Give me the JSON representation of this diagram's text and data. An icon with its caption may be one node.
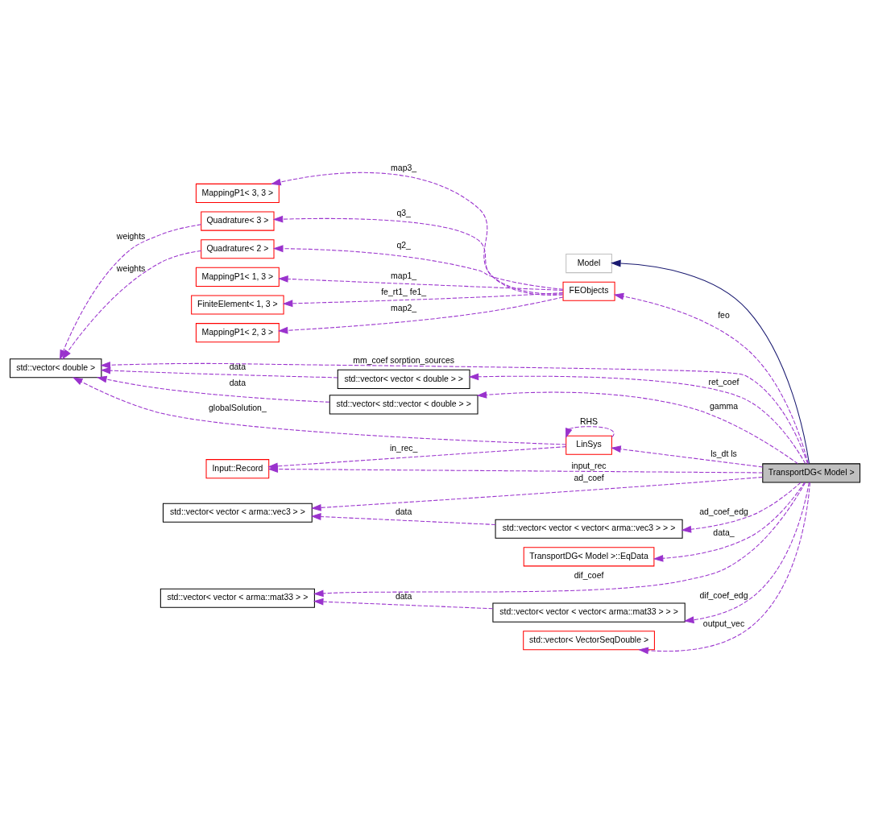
{
  "diagram": {
    "nodes": [
      {
        "text": [
          "MappingP1< 3, 3 >"
        ]
      },
      {
        "text": [
          "Quadrature< 3 >"
        ]
      },
      {
        "text": [
          "Quadrature< 2 >"
        ]
      },
      {
        "text": [
          "Model"
        ]
      },
      {
        "text": [
          "MappingP1< 1, 3 >"
        ]
      },
      {
        "text": [
          "FEObjects"
        ]
      },
      {
        "text": [
          "FiniteElement< 1, 3 >"
        ]
      },
      {
        "text": [
          "MappingP1< 2, 3 >"
        ]
      },
      {
        "text": [
          "std::vector< double >"
        ]
      },
      {
        "text": [
          "std::vector< vector < double > >"
        ]
      },
      {
        "text": [
          "std::vector< std::vector < double > >"
        ]
      },
      {
        "text": [
          "LinSys"
        ]
      },
      {
        "text": [
          "Input::Record"
        ]
      },
      {
        "text": [
          "TransportDG< Model >"
        ]
      },
      {
        "text": [
          "std::vector< vector < arma::vec3 > >"
        ]
      },
      {
        "text": [
          "std::vector< vector < vector< arma::vec3 > > >"
        ]
      },
      {
        "text": [
          "TransportDG< Model >::EqData"
        ]
      },
      {
        "text": [
          "std::vector< vector < arma::mat33 > >"
        ]
      },
      {
        "text": [
          "std::vector< vector < vector< arma::mat33 > > >"
        ]
      },
      {
        "text": [
          "std::vector< VectorSeqDouble >"
        ]
      }
    ],
    "edges": [
      {
        "from": 13,
        "to": 3,
        "arrow": "to",
        "color": "#191970"
      },
      {
        "from": 5,
        "to": 0,
        "arrow": "to",
        "label": "map3_",
        "style": "dashed"
      },
      {
        "from": 5,
        "to": 1,
        "arrow": "to",
        "label": "q3_",
        "style": "dashed"
      },
      {
        "from": 5,
        "to": 2,
        "arrow": "to",
        "label": "q2_",
        "style": "dashed"
      },
      {
        "from": 5,
        "to": 4,
        "arrow": "to",
        "label": "map1_",
        "style": "dashed"
      },
      {
        "from": 5,
        "to": 6,
        "arrow": "to",
        "label": "fe_rt1_ fe1_",
        "style": "dashed"
      },
      {
        "from": 5,
        "to": 7,
        "arrow": "to",
        "label": "map2_",
        "style": "dashed"
      },
      {
        "from": 1,
        "to": 8,
        "arrow": "to",
        "label": "weights",
        "style": "dashed"
      },
      {
        "from": 2,
        "to": 8,
        "arrow": "to",
        "label": "weights",
        "style": "dashed"
      },
      {
        "from": 13,
        "to": 5,
        "arrow": "to",
        "label": "feo",
        "style": "dashed"
      },
      {
        "from": 13,
        "to": 8,
        "arrow": "to",
        "label": "mm_coef sorption_sources",
        "style": "dashed"
      },
      {
        "from": 9,
        "to": 8,
        "arrow": "to",
        "label": "data",
        "style": "dashed"
      },
      {
        "from": 10,
        "to": 8,
        "arrow": "to",
        "label": "data",
        "style": "dashed"
      },
      {
        "from": 11,
        "to": 8,
        "arrow": "to",
        "label": "globalSolution_",
        "style": "dashed"
      },
      {
        "from": 13,
        "to": 9,
        "arrow": "to",
        "label": "ret_coef",
        "style": "dashed"
      },
      {
        "from": 13,
        "to": 10,
        "arrow": "to",
        "label": "gamma",
        "style": "dashed"
      },
      {
        "from": 11,
        "to": 11,
        "arrow": "to",
        "label": "RHS",
        "style": "dashed"
      },
      {
        "from": 11,
        "to": 12,
        "arrow": "to",
        "label": "in_rec_",
        "style": "dashed"
      },
      {
        "from": 13,
        "to": 11,
        "arrow": "to",
        "label": "ls_dt ls",
        "style": "dashed"
      },
      {
        "from": 13,
        "to": 12,
        "arrow": "to",
        "label": "input_rec",
        "style": "dashed"
      },
      {
        "from": 13,
        "to": 14,
        "arrow": "to",
        "label": "ad_coef",
        "style": "dashed"
      },
      {
        "from": 15,
        "to": 14,
        "arrow": "to",
        "label": "data",
        "style": "dashed"
      },
      {
        "from": 13,
        "to": 15,
        "arrow": "to",
        "label": "ad_coef_edg",
        "style": "dashed"
      },
      {
        "from": 13,
        "to": 16,
        "arrow": "to",
        "label": "data_",
        "style": "dashed"
      },
      {
        "from": 13,
        "to": 17,
        "arrow": "to",
        "label": "dif_coef",
        "style": "dashed"
      },
      {
        "from": 18,
        "to": 17,
        "arrow": "to",
        "label": "data",
        "style": "dashed"
      },
      {
        "from": 13,
        "to": 18,
        "arrow": "to",
        "label": "dif_coef_edg",
        "style": "dashed"
      },
      {
        "from": 13,
        "to": 19,
        "arrow": "to",
        "label": "output_vec",
        "style": "dashed"
      }
    ]
  }
}
